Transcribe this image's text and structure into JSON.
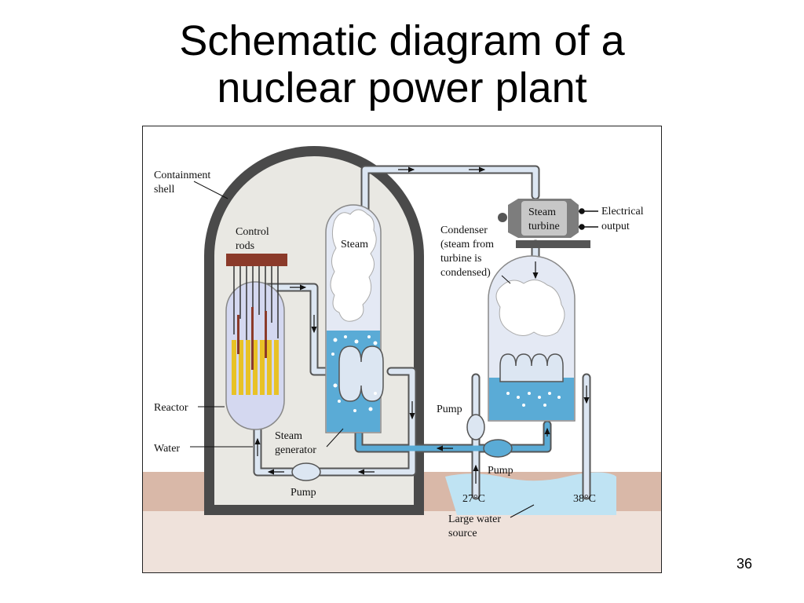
{
  "title": {
    "line1": "Schematic diagram of a",
    "line2": "nuclear power plant"
  },
  "labels": {
    "containment_shell": [
      "Containment",
      "shell"
    ],
    "control_rods": [
      "Control",
      "rods"
    ],
    "steam": "Steam",
    "steam_turbine": [
      "Steam",
      "turbine"
    ],
    "electrical_output": [
      "Electrical",
      "output"
    ],
    "condenser": [
      "Condenser",
      "(steam from",
      "turbine is",
      "condensed)"
    ],
    "reactor": "Reactor",
    "water": "Water",
    "steam_generator": [
      "Steam",
      "generator"
    ],
    "pump_main": "Pump",
    "pump_condenser_left": "Pump",
    "pump_condenser_bottom": "Pump",
    "temp_in": "27°C",
    "temp_out": "38°C",
    "water_source": [
      "Large water",
      "source"
    ]
  },
  "page_number": "36",
  "colors": {
    "shell": "#4a4a4a",
    "shell_interior": "#e9e8e3",
    "vessel": "#d4d8f0",
    "water": "#5aabd6",
    "pipe_fill": "#dce6f2",
    "control_rods_bar": "#8b3a2a",
    "fuel_rods": "#e8c226",
    "ground": "#d9b8a8",
    "lake": "#bfe3f3"
  }
}
